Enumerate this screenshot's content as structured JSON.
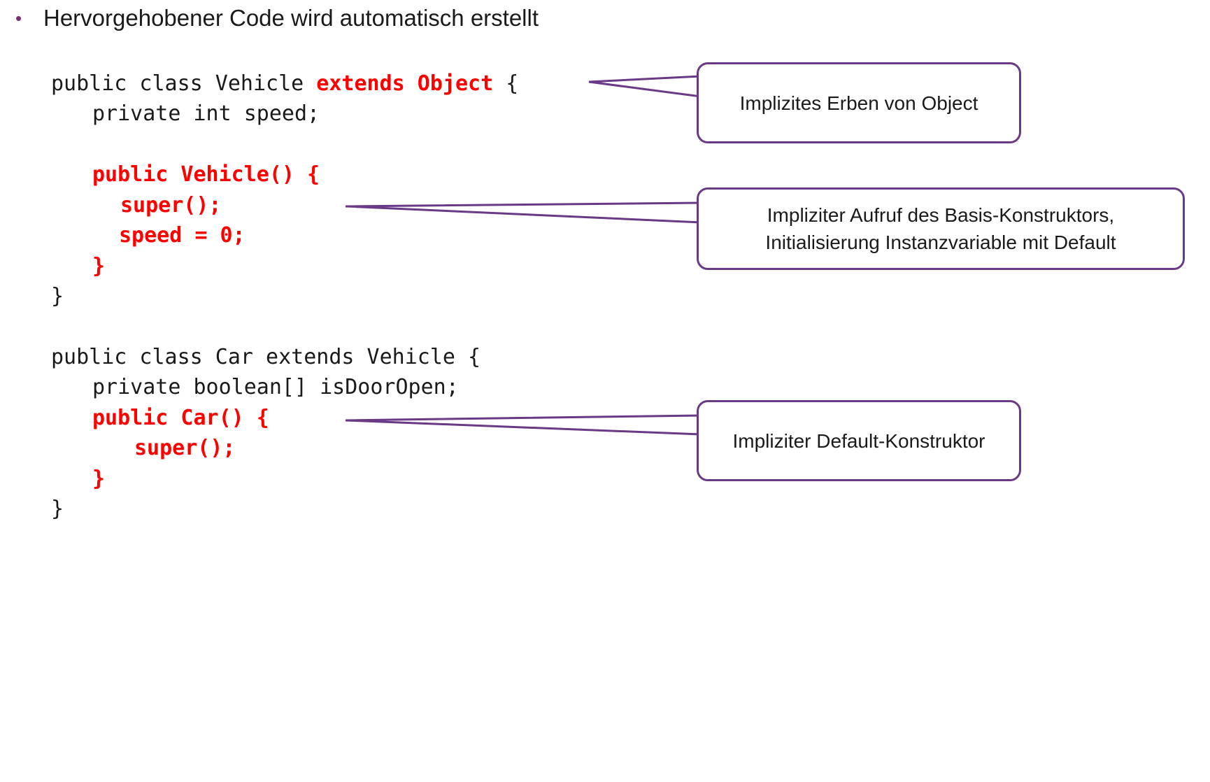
{
  "bullet": {
    "symbol": "•",
    "text": "Hervorgehobener Code wird automatisch erstellt"
  },
  "code": {
    "vehicle_class_head": "public class Vehicle ",
    "vehicle_extends_object": "extends Object",
    "vehicle_class_open_brace": " {",
    "vehicle_field": "private int speed;",
    "vehicle_ctor_head": "public Vehicle() {",
    "vehicle_super_call": "super();",
    "vehicle_speed_init": "speed = 0;",
    "vehicle_ctor_close": "}",
    "vehicle_class_close": "}",
    "car_class_head": "public class Car extends Vehicle {",
    "car_field": "private boolean[] isDoorOpen;",
    "car_ctor_head": "public Car() {",
    "car_super_call": "super();",
    "car_ctor_close": "}",
    "car_class_close": "}"
  },
  "callouts": {
    "object_inheritance": "Implizites Erben von Object",
    "base_ctor_line1": "Impliziter Aufruf des Basis-Konstruktors,",
    "base_ctor_line2": "Initialisierung Instanzvariable mit Default",
    "default_ctor": "Impliziter Default-Konstruktor"
  },
  "colors": {
    "highlight": "#ff0000",
    "callout_border": "#6a3a86",
    "bullet": "#7b2c73"
  }
}
